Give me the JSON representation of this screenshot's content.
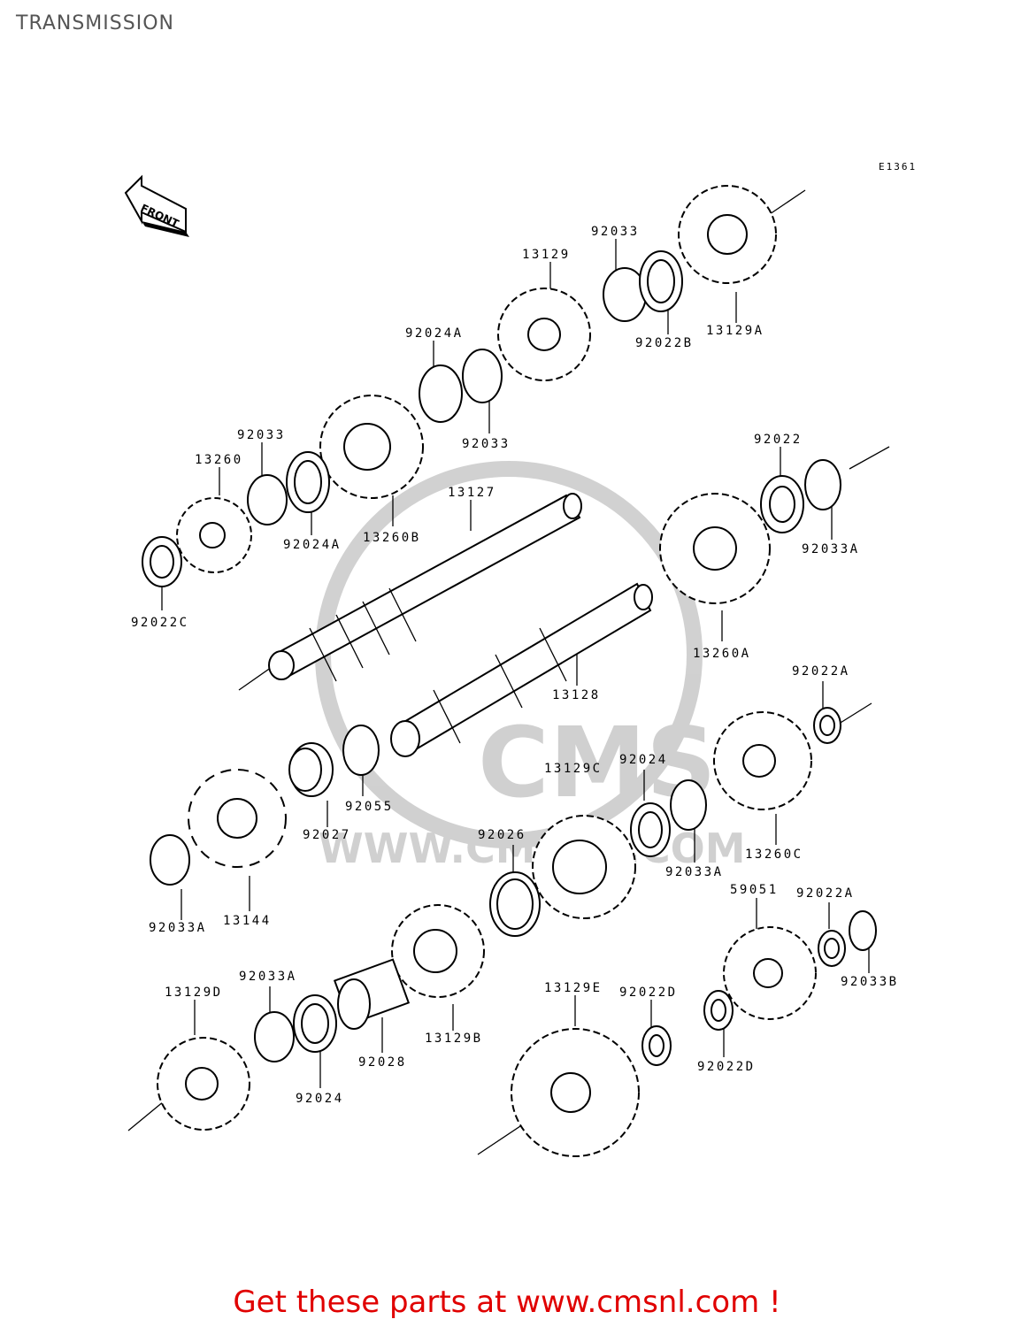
{
  "page": {
    "title": "TRANSMISSION"
  },
  "diagram": {
    "code": "E1361",
    "front_label": "FRONT",
    "watermark": {
      "brand": "CMS",
      "url": "WWW.CMSNL.COM"
    },
    "labels": {
      "p92033_top": "92033",
      "p13129": "13129",
      "p92022B": "92022B",
      "p13129A": "13129A",
      "p92024A_top": "92024A",
      "p92033_mid": "92033",
      "p92033_left": "92033",
      "p13260": "13260",
      "p92024A_left": "92024A",
      "p13260B": "13260B",
      "p13127": "13127",
      "p92022": "92022",
      "p92033A_right": "92033A",
      "p92022C": "92022C",
      "p13260A": "13260A",
      "p13128": "13128",
      "p92022A_right": "92022A",
      "p92055": "92055",
      "p92027": "92027",
      "p13129C": "13129C",
      "p92024_mid": "92024",
      "p92026": "92026",
      "p92033A_mid": "92033A",
      "p13260C": "13260C",
      "p92033A_left": "92033A",
      "p13144": "13144",
      "p59051": "59051",
      "p92022A_low": "92022A",
      "p92033B": "92033B",
      "p13129D": "13129D",
      "p92033A_low": "92033A",
      "p13129B": "13129B",
      "p13129E": "13129E",
      "p92022D_a": "92022D",
      "p92028": "92028",
      "p92024_low": "92024",
      "p92022D_b": "92022D"
    }
  },
  "footer": {
    "cta": "Get these parts at www.cmsnl.com !"
  }
}
